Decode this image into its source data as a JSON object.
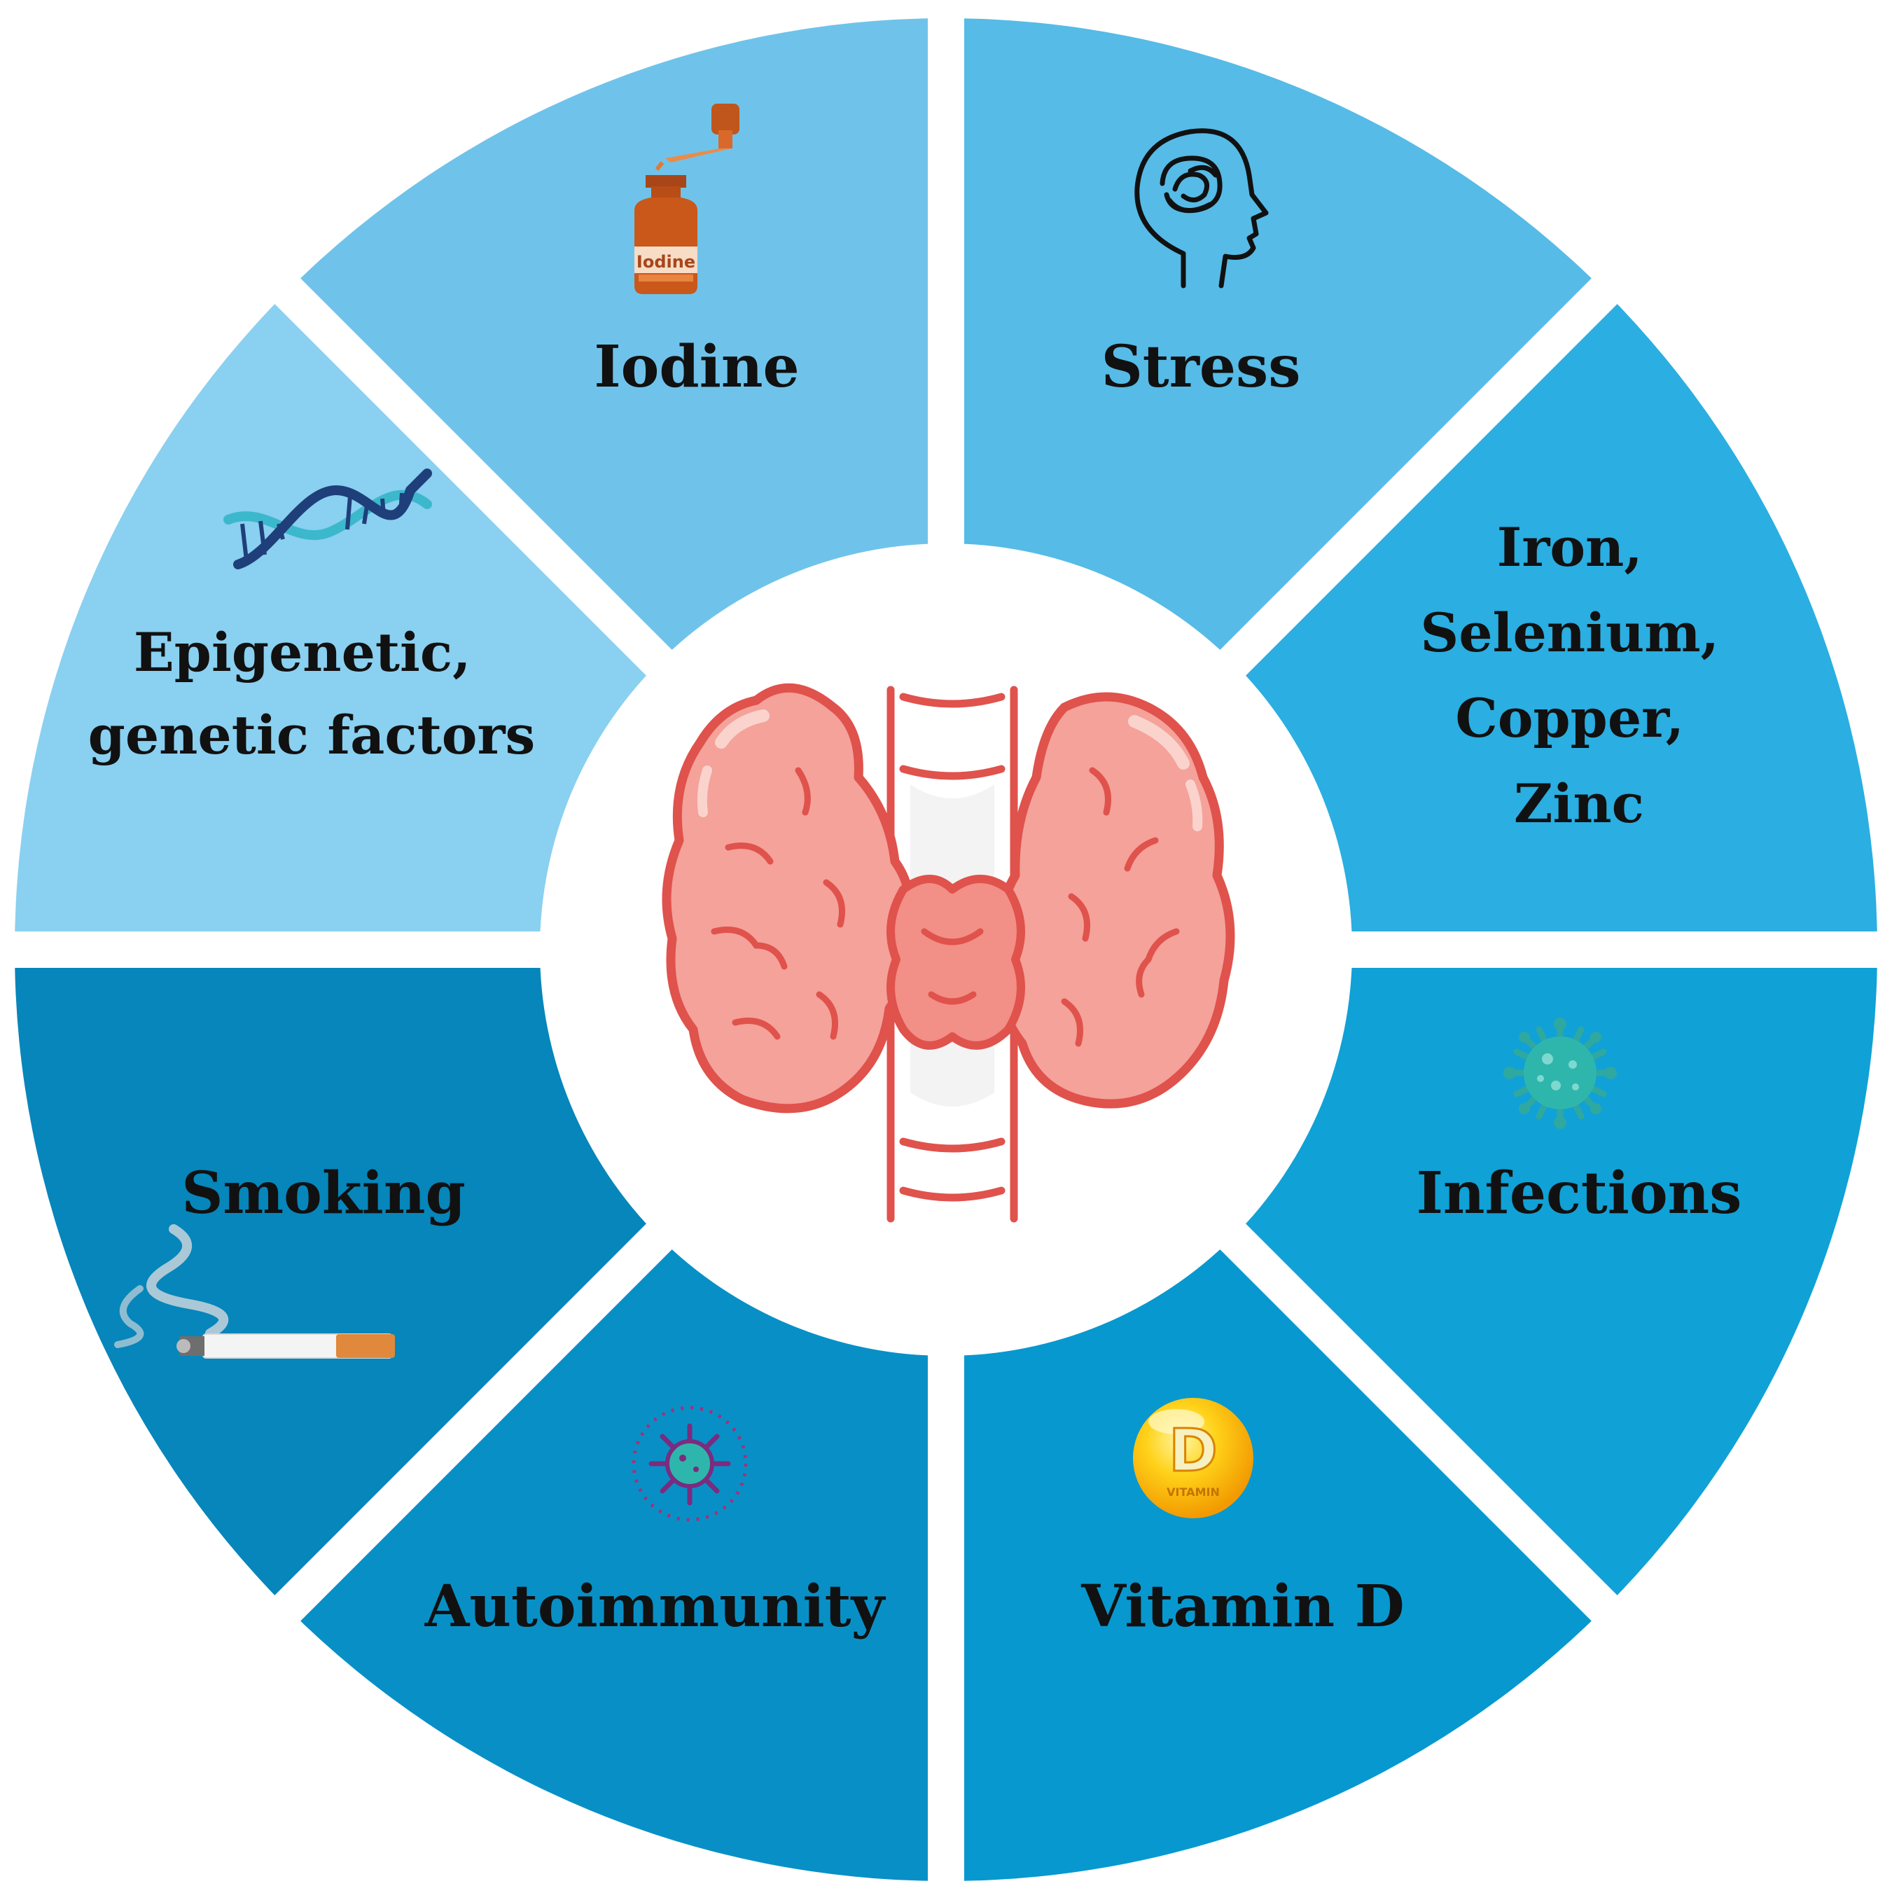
{
  "segments": [
    {
      "id": "iodine",
      "label_lines": [
        "Iodine"
      ],
      "color": "#6fc3ea",
      "icon": "dropper-bottle-icon"
    },
    {
      "id": "stress",
      "label_lines": [
        "Stress"
      ],
      "color": "#56bbe6",
      "icon": "brain-head-icon"
    },
    {
      "id": "minerals",
      "label_lines": [
        "Iron,",
        "Selenium,",
        "Copper,",
        "Zinc"
      ],
      "color": "#2baee1",
      "icon": ""
    },
    {
      "id": "infections",
      "label_lines": [
        "Infections"
      ],
      "color": "#10a1d6",
      "icon": "virus-icon"
    },
    {
      "id": "vitamin-d",
      "label_lines": [
        "Vitamin D"
      ],
      "color": "#0798cf",
      "icon": "vitamin-d-icon"
    },
    {
      "id": "autoimmunity",
      "label_lines": [
        "Autoimmunity"
      ],
      "color": "#0890c6",
      "icon": "immune-cell-icon"
    },
    {
      "id": "smoking",
      "label_lines": [
        "Smoking"
      ],
      "color": "#0686ba",
      "icon": "cigarette-icon"
    },
    {
      "id": "epigenetic",
      "label_lines": [
        "Epigenetic,",
        "genetic factors"
      ],
      "color": "#8ad0f0",
      "icon": "dna-icon"
    }
  ],
  "icon_text": {
    "bottle_label": "Iodine",
    "vitamin_letter": "D",
    "vitamin_word": "VITAMIN"
  },
  "center_icon": "thyroid-gland-icon",
  "colors": {
    "thyroid_fill": "#f4a29a",
    "thyroid_outline": "#e0524c",
    "highlight": "#fbd3cd",
    "gap": "#ffffff"
  }
}
